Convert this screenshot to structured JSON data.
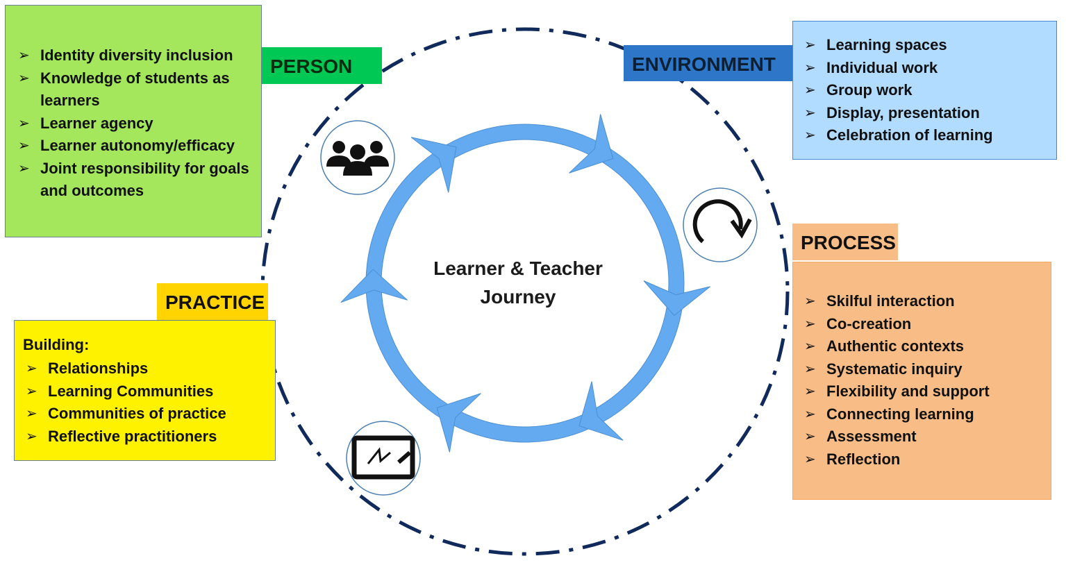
{
  "center": {
    "title_line1": "Learner & Teacher",
    "title_line2": "Journey"
  },
  "person": {
    "label": "PERSON",
    "items": [
      "Identity diversity inclusion",
      "Knowledge of students as learners",
      "Learner agency",
      "Learner autonomy/efficacy",
      "Joint responsibility for goals and outcomes"
    ]
  },
  "environment": {
    "label": "ENVIRONMENT",
    "items": [
      "Learning spaces",
      "Individual work",
      "Group work",
      "Display, presentation",
      "Celebration of learning"
    ]
  },
  "process": {
    "label": "PROCESS",
    "items": [
      "Skilful interaction",
      "Co-creation",
      "Authentic contexts",
      "Systematic inquiry",
      "Flexibility and support",
      "Connecting learning",
      "Assessment",
      "Reflection"
    ]
  },
  "practice": {
    "label": "PRACTICE",
    "heading": "Building:",
    "items": [
      "Relationships",
      "Learning Communities",
      "Communities of practice",
      "Reflective practitioners"
    ]
  },
  "icons": {
    "person": "people-group-icon",
    "process": "clockwise-arrow-icon",
    "practice": "whiteboard-icon",
    "bullet": "arrow-bullet-icon"
  },
  "colors": {
    "person_box": "#a4e75c",
    "person_label": "#00c854",
    "environment_box": "#b1dbff",
    "environment_label": "#2e76c7",
    "process_box": "#f8bc86",
    "practice_box": "#fff200",
    "practice_label": "#ffd400",
    "cycle_arrows": "#63aaf1",
    "outer_circle": "#102a5c"
  }
}
